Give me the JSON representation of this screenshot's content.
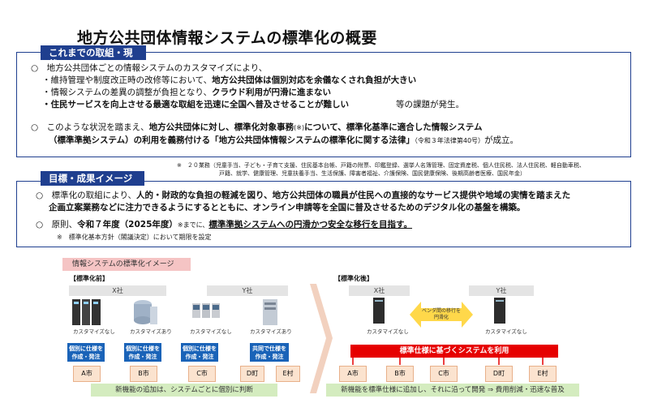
{
  "title": "地方公共団体情報システムの標準化の概要",
  "section1": {
    "tab": "これまでの取組・現状",
    "p1_lead": "○　地方公共団体ごとの情報システムのカスタマイズにより、",
    "b1a": "・維持管理や制度改正時の改修等において、",
    "b1b": "地方公共団体は個別対応を余儀なくされ負担が大きい",
    "b2a": "・情報システムの差異の調整が負担となり、",
    "b2b": "クラウド利用が円滑に進まない",
    "b3a": "・住民サービスを向上させる最適な取組を迅速に全国へ普及させることが難しい",
    "b3b": "等の課題が発生。",
    "p2a": "○　このような状況を踏まえ、",
    "p2b": "地方公共団体に対し、標準化対象事務",
    "p2c": "(※)",
    "p2d": "について、標準化基準に適合した情報システム",
    "p3a": "（標準準拠システム）の利用を義務付ける「地方公共団体情報システムの標準化に関する法律」",
    "p3b": "（令和３年法律第40号）",
    "p3c": "が成立。"
  },
  "footnote1a": "※　２０業務（児童手当、子ども・子育て支援、住民基本台帳、戸籍の附票、印鑑登録、選挙人名簿管理、固定資産税、個人住民税、法人住民税、軽自動車税、",
  "footnote1b": "戸籍、就学、健康管理、児童扶養手当、生活保護、障害者福祉、介護保険、国民健康保険、後期高齢者医療、国民年金）",
  "section2": {
    "tab": "目標・成果イメージ",
    "p1a": "○　標準化の取組により、",
    "p1b": "人的・財政的な負担の軽減を図り、地方公共団体の職員が住民への直接的なサービス提供や地域の実情を踏まえた",
    "p1c": "企画立案業務などに注力できるようにするとともに、オンライン申請等を全国に普及させるためのデジタル化の基盤を構築。",
    "p2a": "○　原則、",
    "p2b": "令和７年度（2025年度）",
    "p2c": "※までに、",
    "p2d": "標準準拠システムへの円滑かつ安全な移行を目指す。",
    "note": "※　標準化基本方針（閣議決定）において期限を設定"
  },
  "diagram": {
    "header": "情報システムの標準化イメージ",
    "before_label": "【標準化前】",
    "after_label": "【標準化後】",
    "company_x": "X社",
    "company_y": "Y社",
    "cap_none": "カスタマイズなし",
    "cap_yes": "カスタマイズあり",
    "blue_individual": "個別に仕様を\n作成・発注",
    "blue_joint": "共同で仕様を\n作成・発注",
    "cities": [
      "A市",
      "B市",
      "C市",
      "D町",
      "E村"
    ],
    "green_before": "新機能の追加は、システムごとに個別に判断",
    "vendor_switch": "ベンダ間の移行を\n円滑化",
    "redbar": "標準仕様に基づくシステムを利用",
    "green_after": "新機能を標準仕様に追加し、それに沿って開発 ⇒ 費用削減・迅速な普及"
  }
}
